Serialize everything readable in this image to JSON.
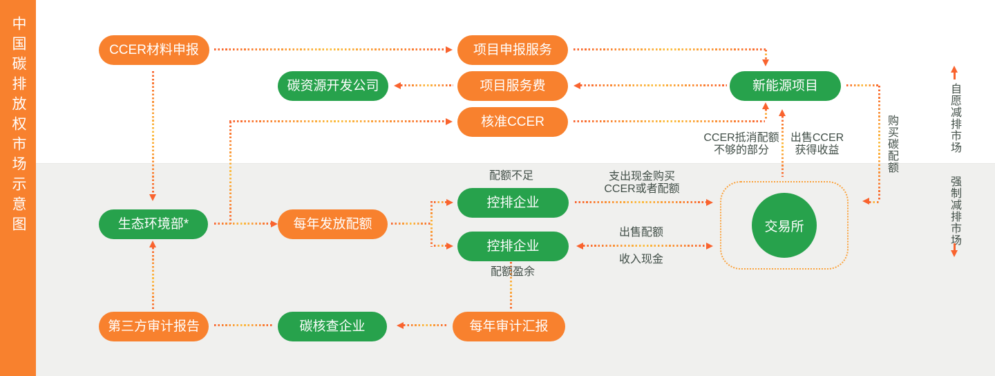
{
  "sidebar": {
    "title": "中国碳排放权市场示意图"
  },
  "nodes": {
    "ccer_material": {
      "label": "CCER材料申报"
    },
    "project_apply": {
      "label": "项目申报服务"
    },
    "carbon_dev": {
      "label": "碳资源开发公司"
    },
    "project_fee": {
      "label": "项目服务费"
    },
    "new_energy": {
      "label": "新能源项目"
    },
    "approve_ccer": {
      "label": "核准CCER"
    },
    "moee": {
      "label": "生态环境部*"
    },
    "annual_quota": {
      "label": "每年发放配额"
    },
    "controlled_a": {
      "label": "控排企业"
    },
    "controlled_b": {
      "label": "控排企业"
    },
    "third_party_audit": {
      "label": "第三方审计报告"
    },
    "carbon_verify": {
      "label": "碳核查企业"
    },
    "annual_audit": {
      "label": "每年审计汇报"
    },
    "exchange": {
      "label": "交易所"
    }
  },
  "flow_labels": {
    "quota_shortage": "配额不足",
    "quota_surplus": "配额盈余",
    "pay_cash_1": "支出现金购买",
    "pay_cash_2": "CCER或者配额",
    "sell_quota": "出售配额",
    "receive_cash": "收入现金",
    "ccer_offset_1": "CCER抵消配额",
    "ccer_offset_2": "不够的部分",
    "sell_ccer_1": "出售CCER",
    "sell_ccer_2": "获得收益",
    "buy_quota": "购买碳配额"
  },
  "side_markers": {
    "voluntary": "自愿减排市场",
    "mandatory": "强制减排市场"
  },
  "colors": {
    "orange": "#F8812E",
    "green": "#27A24C",
    "arrow_red": "#F9632E",
    "arrow_yellow": "#FCBE3E",
    "label_text": "#414E47",
    "band_gray": "#F0F0EE"
  }
}
